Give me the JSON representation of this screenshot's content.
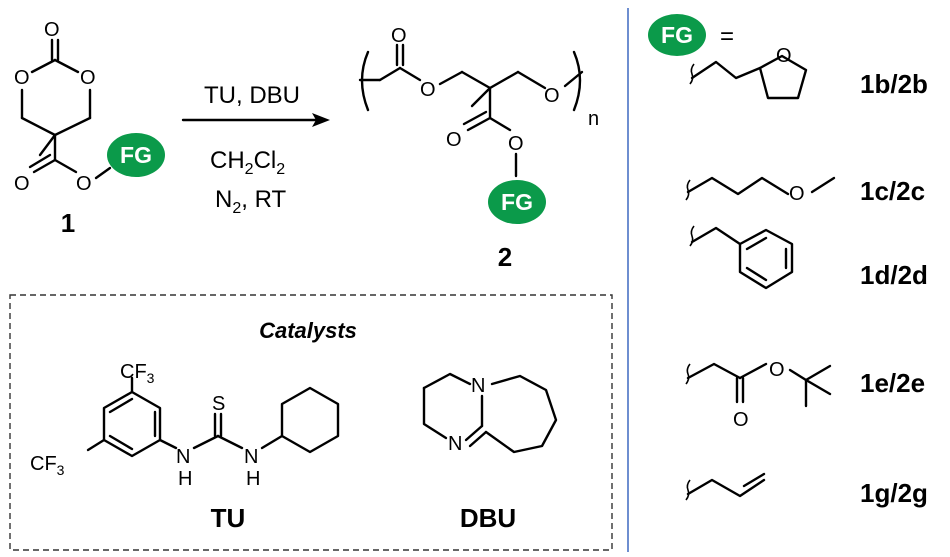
{
  "reaction": {
    "conditions_top": "TU, DBU",
    "conditions_solvent": "CH",
    "conditions_solvent_sub": "2",
    "conditions_solvent_tail": "Cl",
    "conditions_solvent_sub2": "2",
    "conditions_atmos": "N",
    "conditions_atmos_sub": "2",
    "conditions_atmos_tail": ", RT",
    "monomer_label": "1",
    "polymer_label": "2",
    "polymer_subscript": "n",
    "fg_badge": "FG"
  },
  "catalysts": {
    "title": "Catalysts",
    "tu_label": "TU",
    "dbu_label": "DBU",
    "cf3_text": "CF",
    "cf3_sub": "3",
    "thio_s": "S",
    "nh_n": "N",
    "nh_h": "H",
    "dbu_n": "N"
  },
  "fg_panel": {
    "header_badge": "FG",
    "equals": "=",
    "oxygen": "O",
    "items": [
      {
        "label": "1b/2b"
      },
      {
        "label": "1c/2c"
      },
      {
        "label": "1d/2d"
      },
      {
        "label": "1e/2e"
      },
      {
        "label": "1g/2g"
      }
    ]
  },
  "colors": {
    "fg_green": "#0b9a4a",
    "divider_blue": "#4a72c4",
    "box_border": "#333333"
  }
}
